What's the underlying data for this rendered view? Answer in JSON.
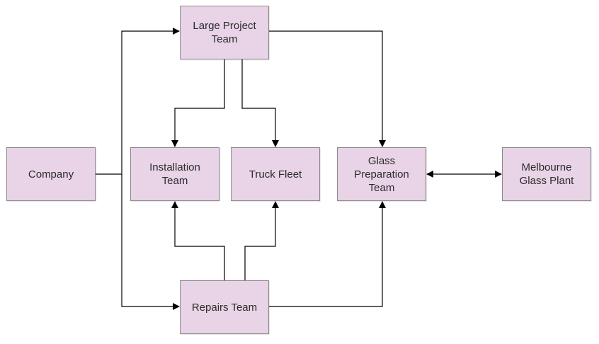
{
  "nodes": {
    "large_project_team": "Large Project\nTeam",
    "installation_team": "Installation\nTeam",
    "truck_fleet": "Truck Fleet",
    "glass_preparation_team": "Glass\nPreparation\nTeam",
    "company": "Company",
    "melbourne_glass_plant": "Melbourne\nGlass Plant",
    "repairs_team": "Repairs Team"
  },
  "colors": {
    "node_fill": "#e8d4e6",
    "node_border": "#8a8a8a",
    "connector": "#000000"
  }
}
